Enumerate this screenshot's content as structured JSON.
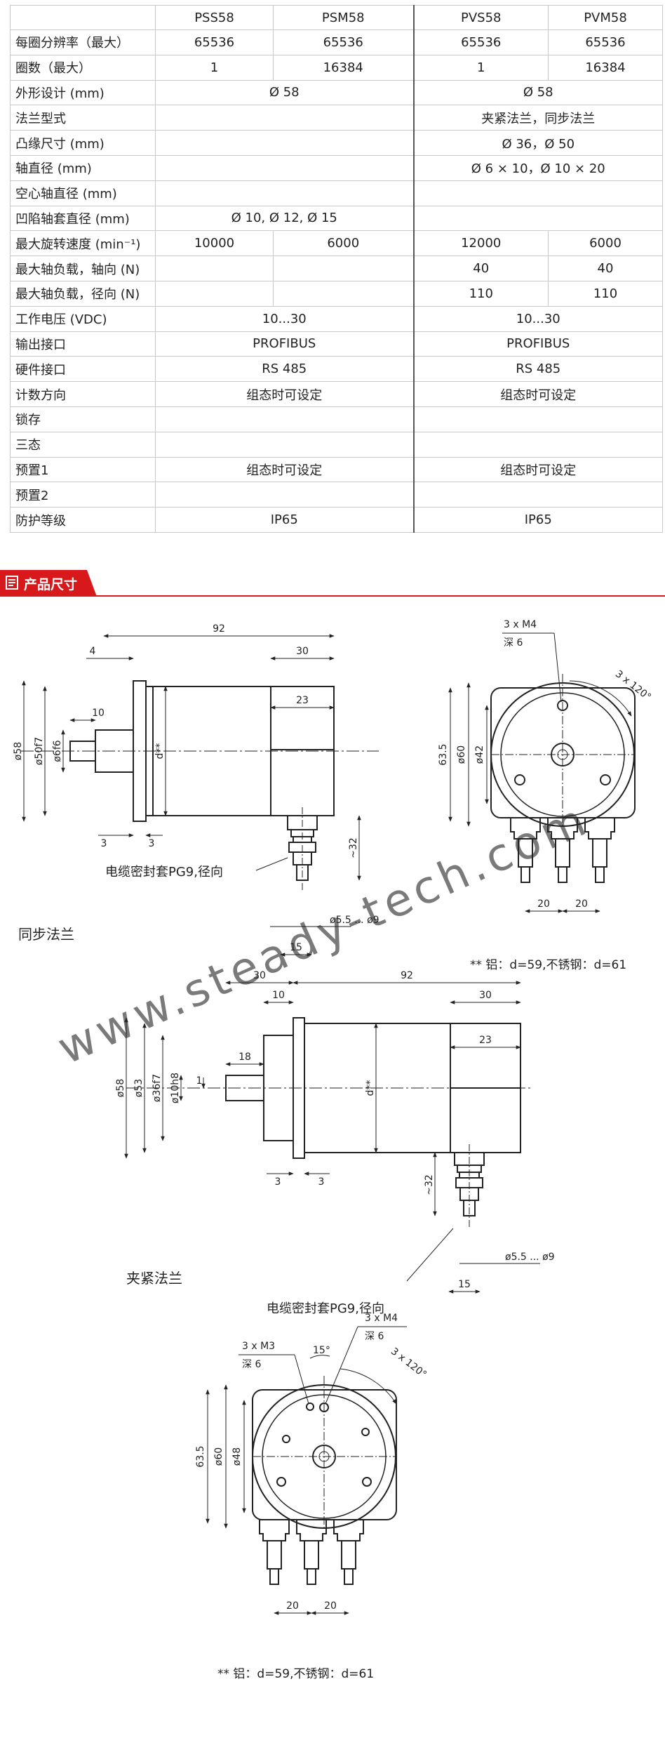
{
  "spec_table": {
    "headers": [
      "PSS58",
      "PSM58",
      "PVS58",
      "PVM58"
    ],
    "rows": [
      {
        "label": "每圈分辨率（最大）",
        "cells": [
          "65536",
          "65536",
          "65536",
          "65536"
        ]
      },
      {
        "label": "圈数（最大）",
        "cells": [
          "1",
          "16384",
          "1",
          "16384"
        ]
      },
      {
        "label": "外形设计 (mm)",
        "cells": [
          "Ø 58",
          "Ø 58"
        ]
      },
      {
        "label": "法兰型式",
        "cells": [
          "",
          "夹紧法兰，同步法兰"
        ]
      },
      {
        "label": "凸缘尺寸 (mm)",
        "cells": [
          "",
          "Ø 36，Ø 50"
        ]
      },
      {
        "label": "轴直径 (mm)",
        "cells": [
          "",
          "Ø 6 × 10，Ø 10 × 20"
        ]
      },
      {
        "label": "空心轴直径 (mm)",
        "cells": [
          "",
          ""
        ]
      },
      {
        "label": "凹陷轴套直径 (mm)",
        "cells": [
          "Ø 10, Ø 12, Ø 15",
          ""
        ]
      },
      {
        "label": "最大旋转速度 (min⁻¹)",
        "cells": [
          "10000",
          "6000",
          "12000",
          "6000"
        ]
      },
      {
        "label": "最大轴负载，轴向 (N)",
        "cells": [
          "",
          "",
          "40",
          "40"
        ]
      },
      {
        "label": "最大轴负载，径向 (N)",
        "cells": [
          "",
          "",
          "110",
          "110"
        ]
      },
      {
        "label": "工作电压 (VDC)",
        "cells": [
          "10...30",
          "10...30"
        ]
      },
      {
        "label": "输出接口",
        "cells": [
          "PROFIBUS",
          "PROFIBUS"
        ]
      },
      {
        "label": "硬件接口",
        "cells": [
          "RS 485",
          "RS 485"
        ]
      },
      {
        "label": "计数方向",
        "cells": [
          "组态时可设定",
          "组态时可设定"
        ]
      },
      {
        "label": "锁存",
        "cells": [
          "",
          ""
        ]
      },
      {
        "label": "三态",
        "cells": [
          "",
          ""
        ]
      },
      {
        "label": "预置1",
        "cells": [
          "组态时可设定",
          "组态时可设定"
        ]
      },
      {
        "label": "预置2",
        "cells": [
          "",
          ""
        ]
      },
      {
        "label": "防护等级",
        "cells": [
          "IP65",
          "IP65"
        ]
      }
    ]
  },
  "section": {
    "title": "产品尺寸",
    "icon": "document-icon"
  },
  "watermark": "www.steady-tech.com",
  "drawings": {
    "sync_flange": {
      "caption": "同步法兰",
      "dims": {
        "overall_length": "92",
        "housing_end": "30",
        "flange_offset": "4",
        "shaft_length": "10",
        "gland_offset": "23",
        "gap_left": "3",
        "gap_right": "3",
        "body_dia": "ø58",
        "spigot_dia": "ø50f7",
        "shaft_dia": "ø6f6",
        "d_label": "d**",
        "gland_length": "~32",
        "cable_range": "ø5.5 ... ø9",
        "gland_width": "15"
      },
      "gland_label": "电缆密封套PG9,径向"
    },
    "front_view_top": {
      "thread": "3 x M4",
      "depth": "深 6",
      "angle": "3 x 120°",
      "height": "63.5",
      "outer_dia": "ø60",
      "pcd": "ø42",
      "pitch_left": "20",
      "pitch_right": "20",
      "note": "** 铝：d=59,不锈钢：d=61"
    },
    "clamp_flange": {
      "caption": "夹紧法兰",
      "dims": {
        "flange_length": "30",
        "spigot_length": "10",
        "overall_length": "92",
        "housing_end": "30",
        "shaft_length": "18",
        "shaft_flat": "1",
        "gland_offset": "23",
        "gap_left": "3",
        "gap_right": "3",
        "body_dia": "ø58",
        "clamp_dia": "ø53",
        "spigot_dia": "ø36f7",
        "shaft_dia": "ø10h8",
        "d_label": "d**",
        "gland_length": "~32",
        "cable_range": "ø5.5 ... ø9",
        "gland_width": "15"
      },
      "gland_label": "电缆密封套PG9,径向"
    },
    "front_view_bottom": {
      "thread_small": "3 x M3",
      "depth_small": "深 6",
      "thread": "3 x M4",
      "depth": "深 6",
      "angle_small": "15°",
      "angle": "3 x 120°",
      "height": "63.5",
      "outer_dia": "ø60",
      "pcd": "ø48",
      "pitch_left": "20",
      "pitch_right": "20",
      "note": "** 铝：d=59,不锈钢：d=61"
    }
  },
  "colors": {
    "accent": "#d7191c",
    "line": "#222222",
    "grid": "#c9c9c9"
  }
}
